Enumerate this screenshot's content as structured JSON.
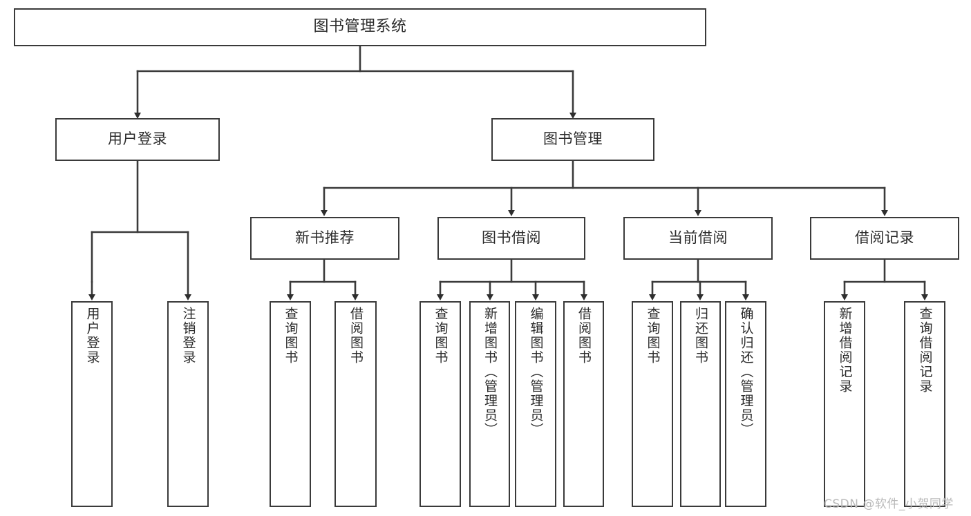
{
  "diagram": {
    "title": "图书管理系统",
    "type": "tree-hierarchy-diagram",
    "root": {
      "label": "图书管理系统"
    },
    "level2": [
      {
        "label": "用户登录"
      },
      {
        "label": "图书管理"
      }
    ],
    "level3": [
      {
        "label": "新书推荐"
      },
      {
        "label": "图书借阅"
      },
      {
        "label": "当前借阅"
      },
      {
        "label": "借阅记录"
      }
    ],
    "leaves": [
      {
        "label": "用户登录"
      },
      {
        "label": "注销登录"
      },
      {
        "label": "查询图书"
      },
      {
        "label": "借阅图书"
      },
      {
        "label": "查询图书"
      },
      {
        "label": "新增图书（管理员）"
      },
      {
        "label": "编辑图书（管理员）"
      },
      {
        "label": "借阅图书"
      },
      {
        "label": "查询图书"
      },
      {
        "label": "归还图书"
      },
      {
        "label": "确认归还（管理员）"
      },
      {
        "label": "新增借阅记录"
      },
      {
        "label": "查询借阅记录"
      }
    ],
    "watermark": "CSDN @软件_小贺同学",
    "colors": {
      "stroke": "#3a3a3a",
      "box_fill": "#ffffff",
      "text": "#2b2b2b",
      "background": "#ffffff",
      "watermark": "#b9b9b9"
    }
  }
}
